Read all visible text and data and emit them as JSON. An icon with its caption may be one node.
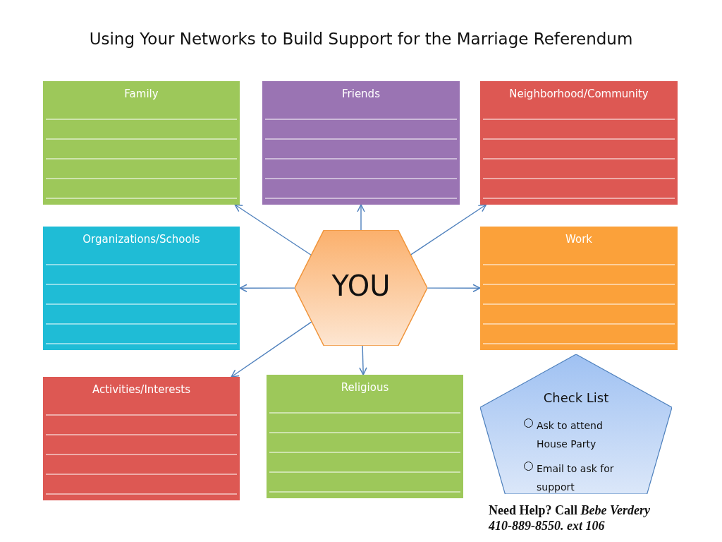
{
  "diagram": {
    "title": "Using Your Networks to Build Support for the Marriage Referendum",
    "nodes": [
      {
        "text": [
          "Family"
        ]
      },
      {
        "text": [
          "Friends"
        ]
      },
      {
        "text": [
          "Neighborhood/Community"
        ]
      },
      {
        "text": [
          "Organizations/Schools"
        ]
      },
      {
        "text": [
          "YOU"
        ]
      },
      {
        "text": [
          "Work"
        ]
      },
      {
        "text": [
          "Activities/Interests"
        ]
      },
      {
        "text": [
          "Religious"
        ]
      },
      {
        "text": [
          "Check List",
          "Ask to attend House Party",
          "Email to ask for support"
        ]
      }
    ],
    "edges": [
      {
        "from": 4,
        "to": 0,
        "arrow": "to"
      },
      {
        "from": 4,
        "to": 1,
        "arrow": "to"
      },
      {
        "from": 4,
        "to": 2,
        "arrow": "to"
      },
      {
        "from": 4,
        "to": 3,
        "arrow": "to"
      },
      {
        "from": 4,
        "to": 5,
        "arrow": "to"
      },
      {
        "from": 4,
        "to": 6,
        "arrow": "to"
      },
      {
        "from": 4,
        "to": 7,
        "arrow": "to"
      }
    ],
    "labels": [
      "Need Help? Call *Bebe Verdery*",
      "410-889-8550. ext 106"
    ]
  }
}
